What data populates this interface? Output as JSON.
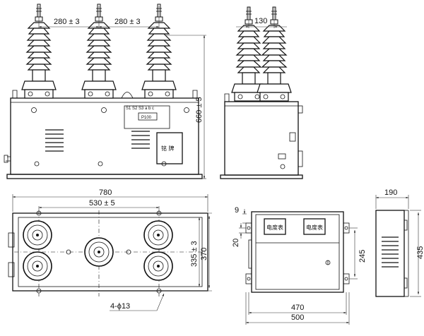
{
  "front_view": {
    "dims": {
      "pitch_left": "280 ± 3",
      "pitch_right": "280 ± 3",
      "height": "660 ± 5"
    },
    "terminal_labels": "S1 S2 S3  a b c",
    "tag_label": "P100",
    "nameplate_label": "铭 牌"
  },
  "side_view": {
    "dims": {
      "spacing": "130"
    }
  },
  "plan_view": {
    "dims": {
      "overall_width": "780",
      "mount_spacing": "530 ± 5",
      "mount_depth": "335 ± 3",
      "overall_depth": "370",
      "holes": "4-ϕ13"
    }
  },
  "meter_box_front": {
    "dims": {
      "offset_top": "9",
      "offset_side": "20",
      "mount_height": "245",
      "inner_width": "470",
      "overall_width": "500"
    },
    "meter_labels": [
      "电度表",
      "电度表"
    ]
  },
  "meter_box_side": {
    "dims": {
      "depth": "190",
      "height": "435"
    }
  }
}
